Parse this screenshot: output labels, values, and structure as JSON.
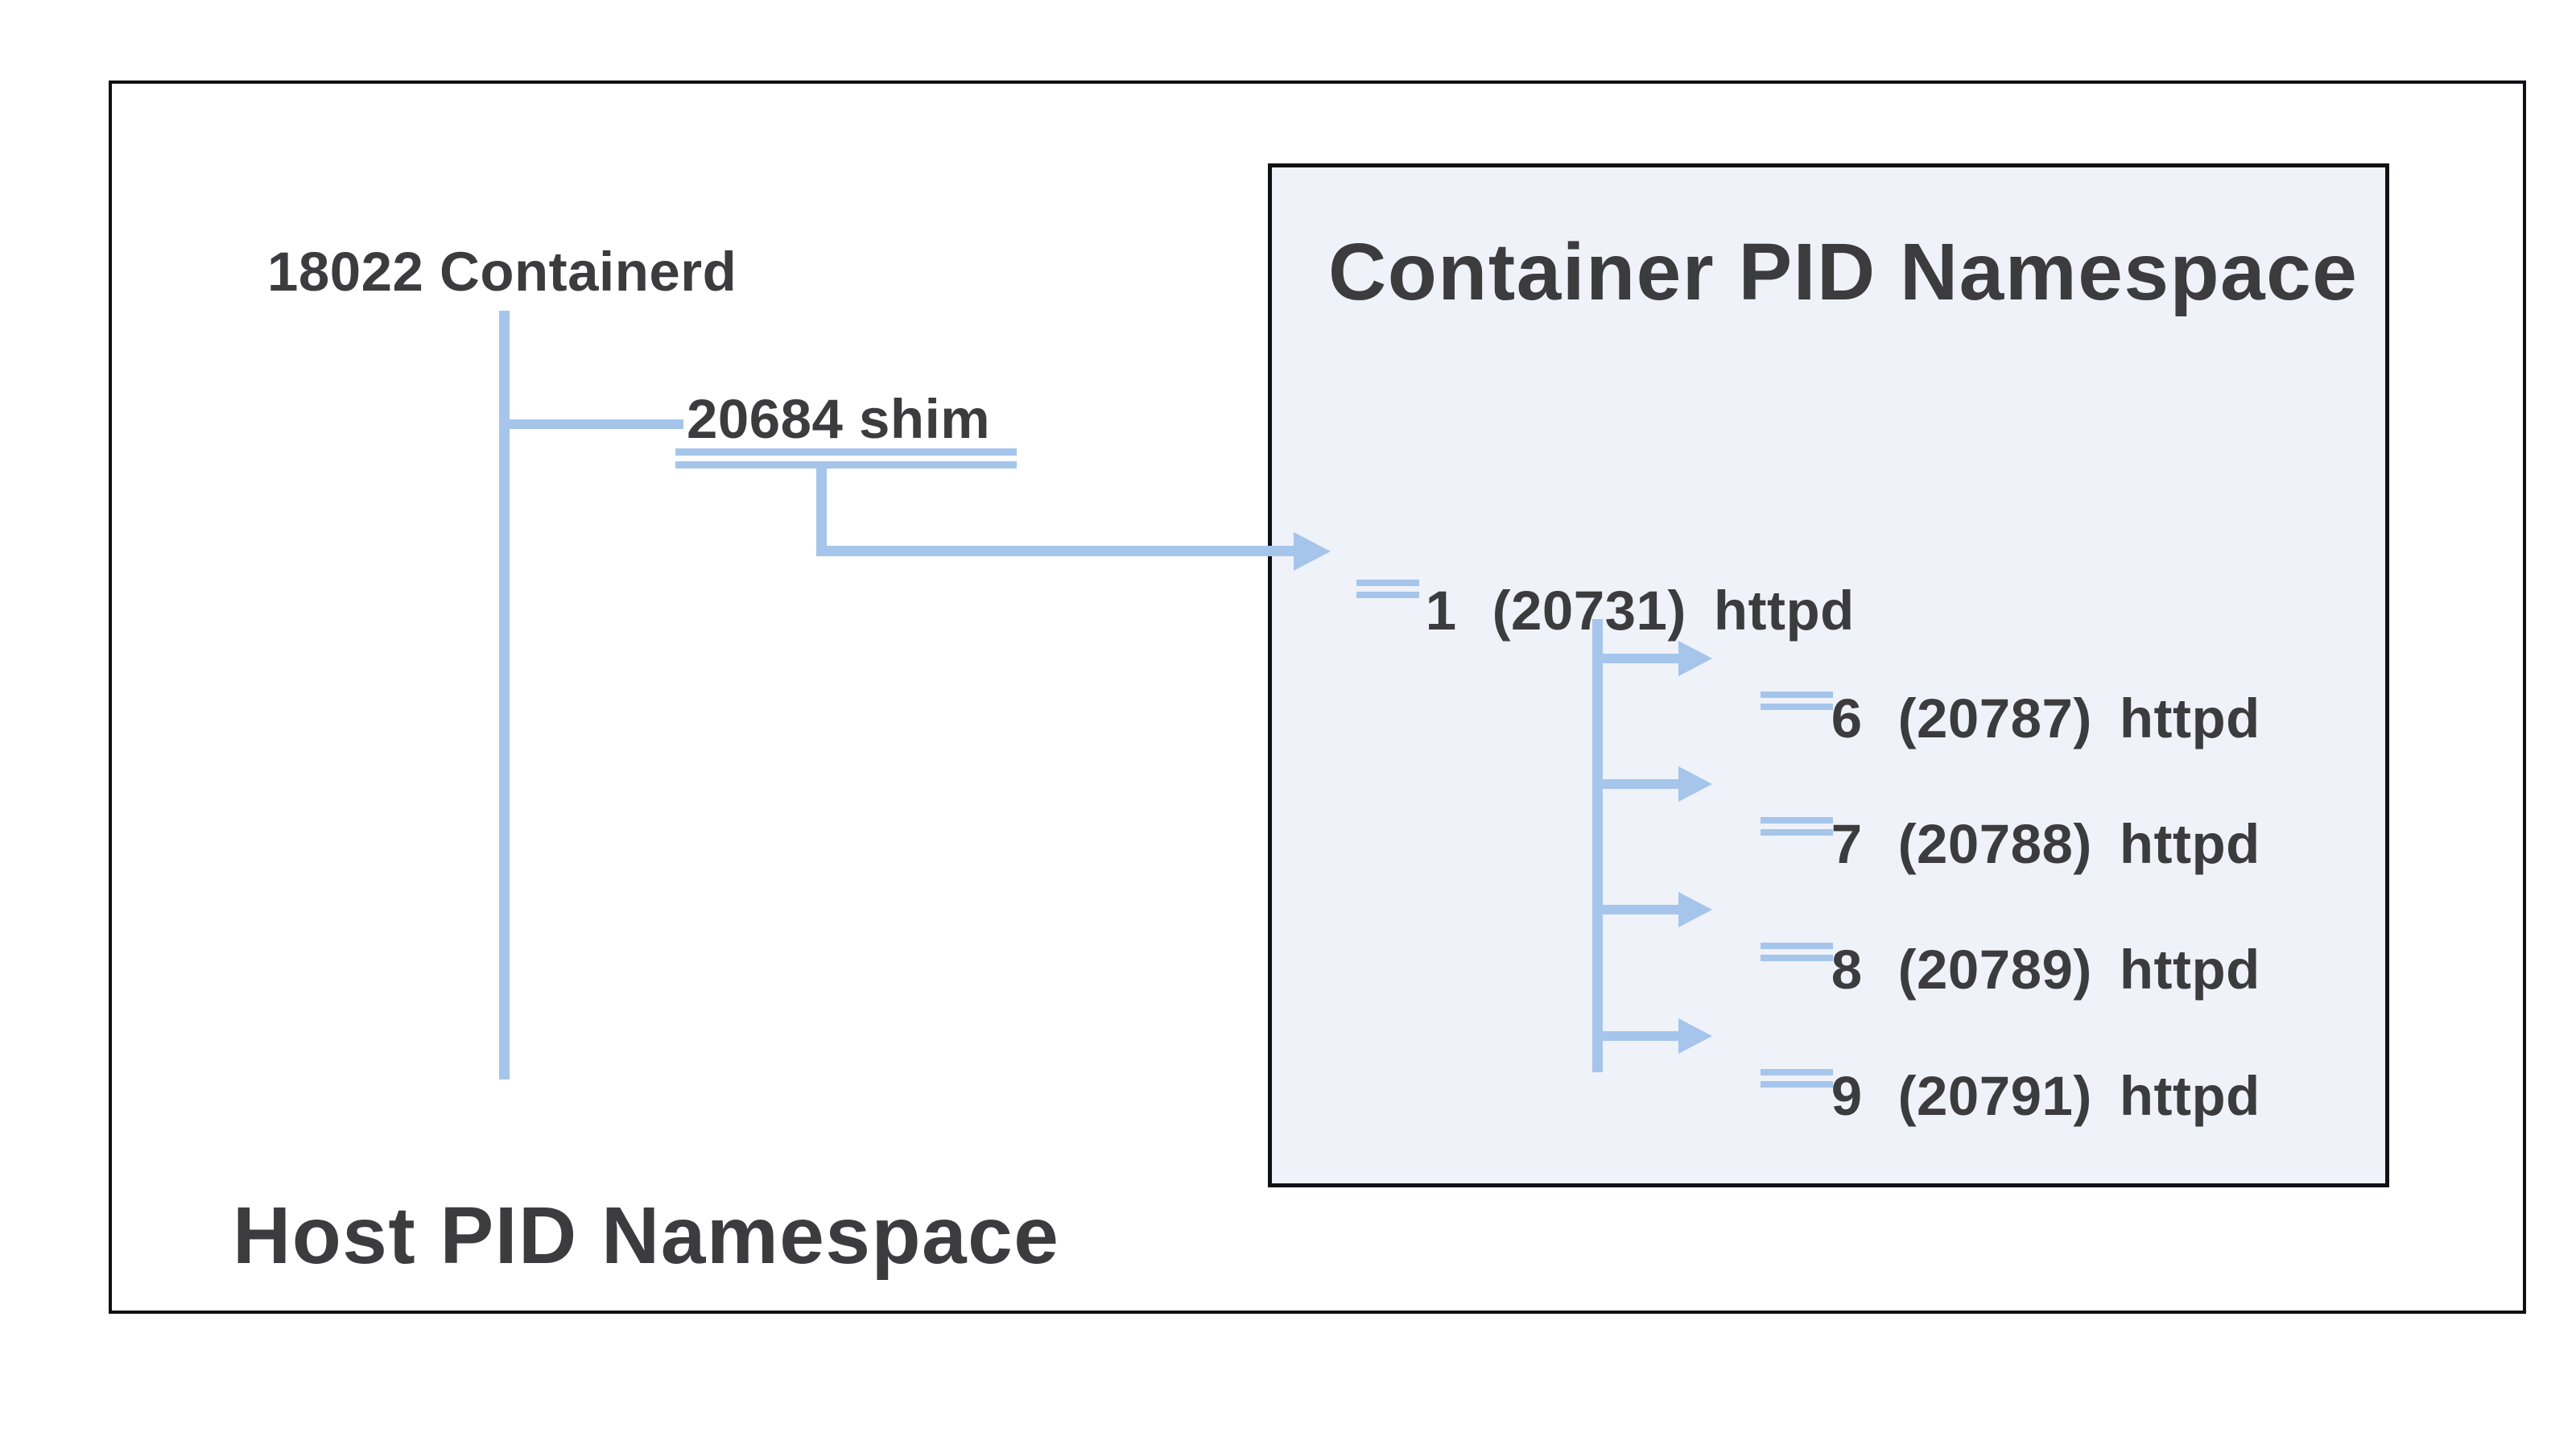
{
  "host_namespace": {
    "title": "Host PID Namespace",
    "containerd_label": "18022 Containerd",
    "shim_label": "20684 shim"
  },
  "container_namespace": {
    "title": "Container PID Namespace",
    "root": {
      "ns_pid": "1",
      "host_pid": "(20731)",
      "name": "httpd"
    },
    "children": [
      {
        "ns_pid": "6",
        "host_pid": "(20787)",
        "name": "httpd"
      },
      {
        "ns_pid": "7",
        "host_pid": "(20788)",
        "name": "httpd"
      },
      {
        "ns_pid": "8",
        "host_pid": "(20789)",
        "name": "httpd"
      },
      {
        "ns_pid": "9",
        "host_pid": "(20791)",
        "name": "httpd"
      }
    ]
  },
  "colors": {
    "line_blue": "#a5c5eb",
    "container_fill": "#eff2f9",
    "box_border": "#101114",
    "text_dark": "#3c3c3e"
  }
}
